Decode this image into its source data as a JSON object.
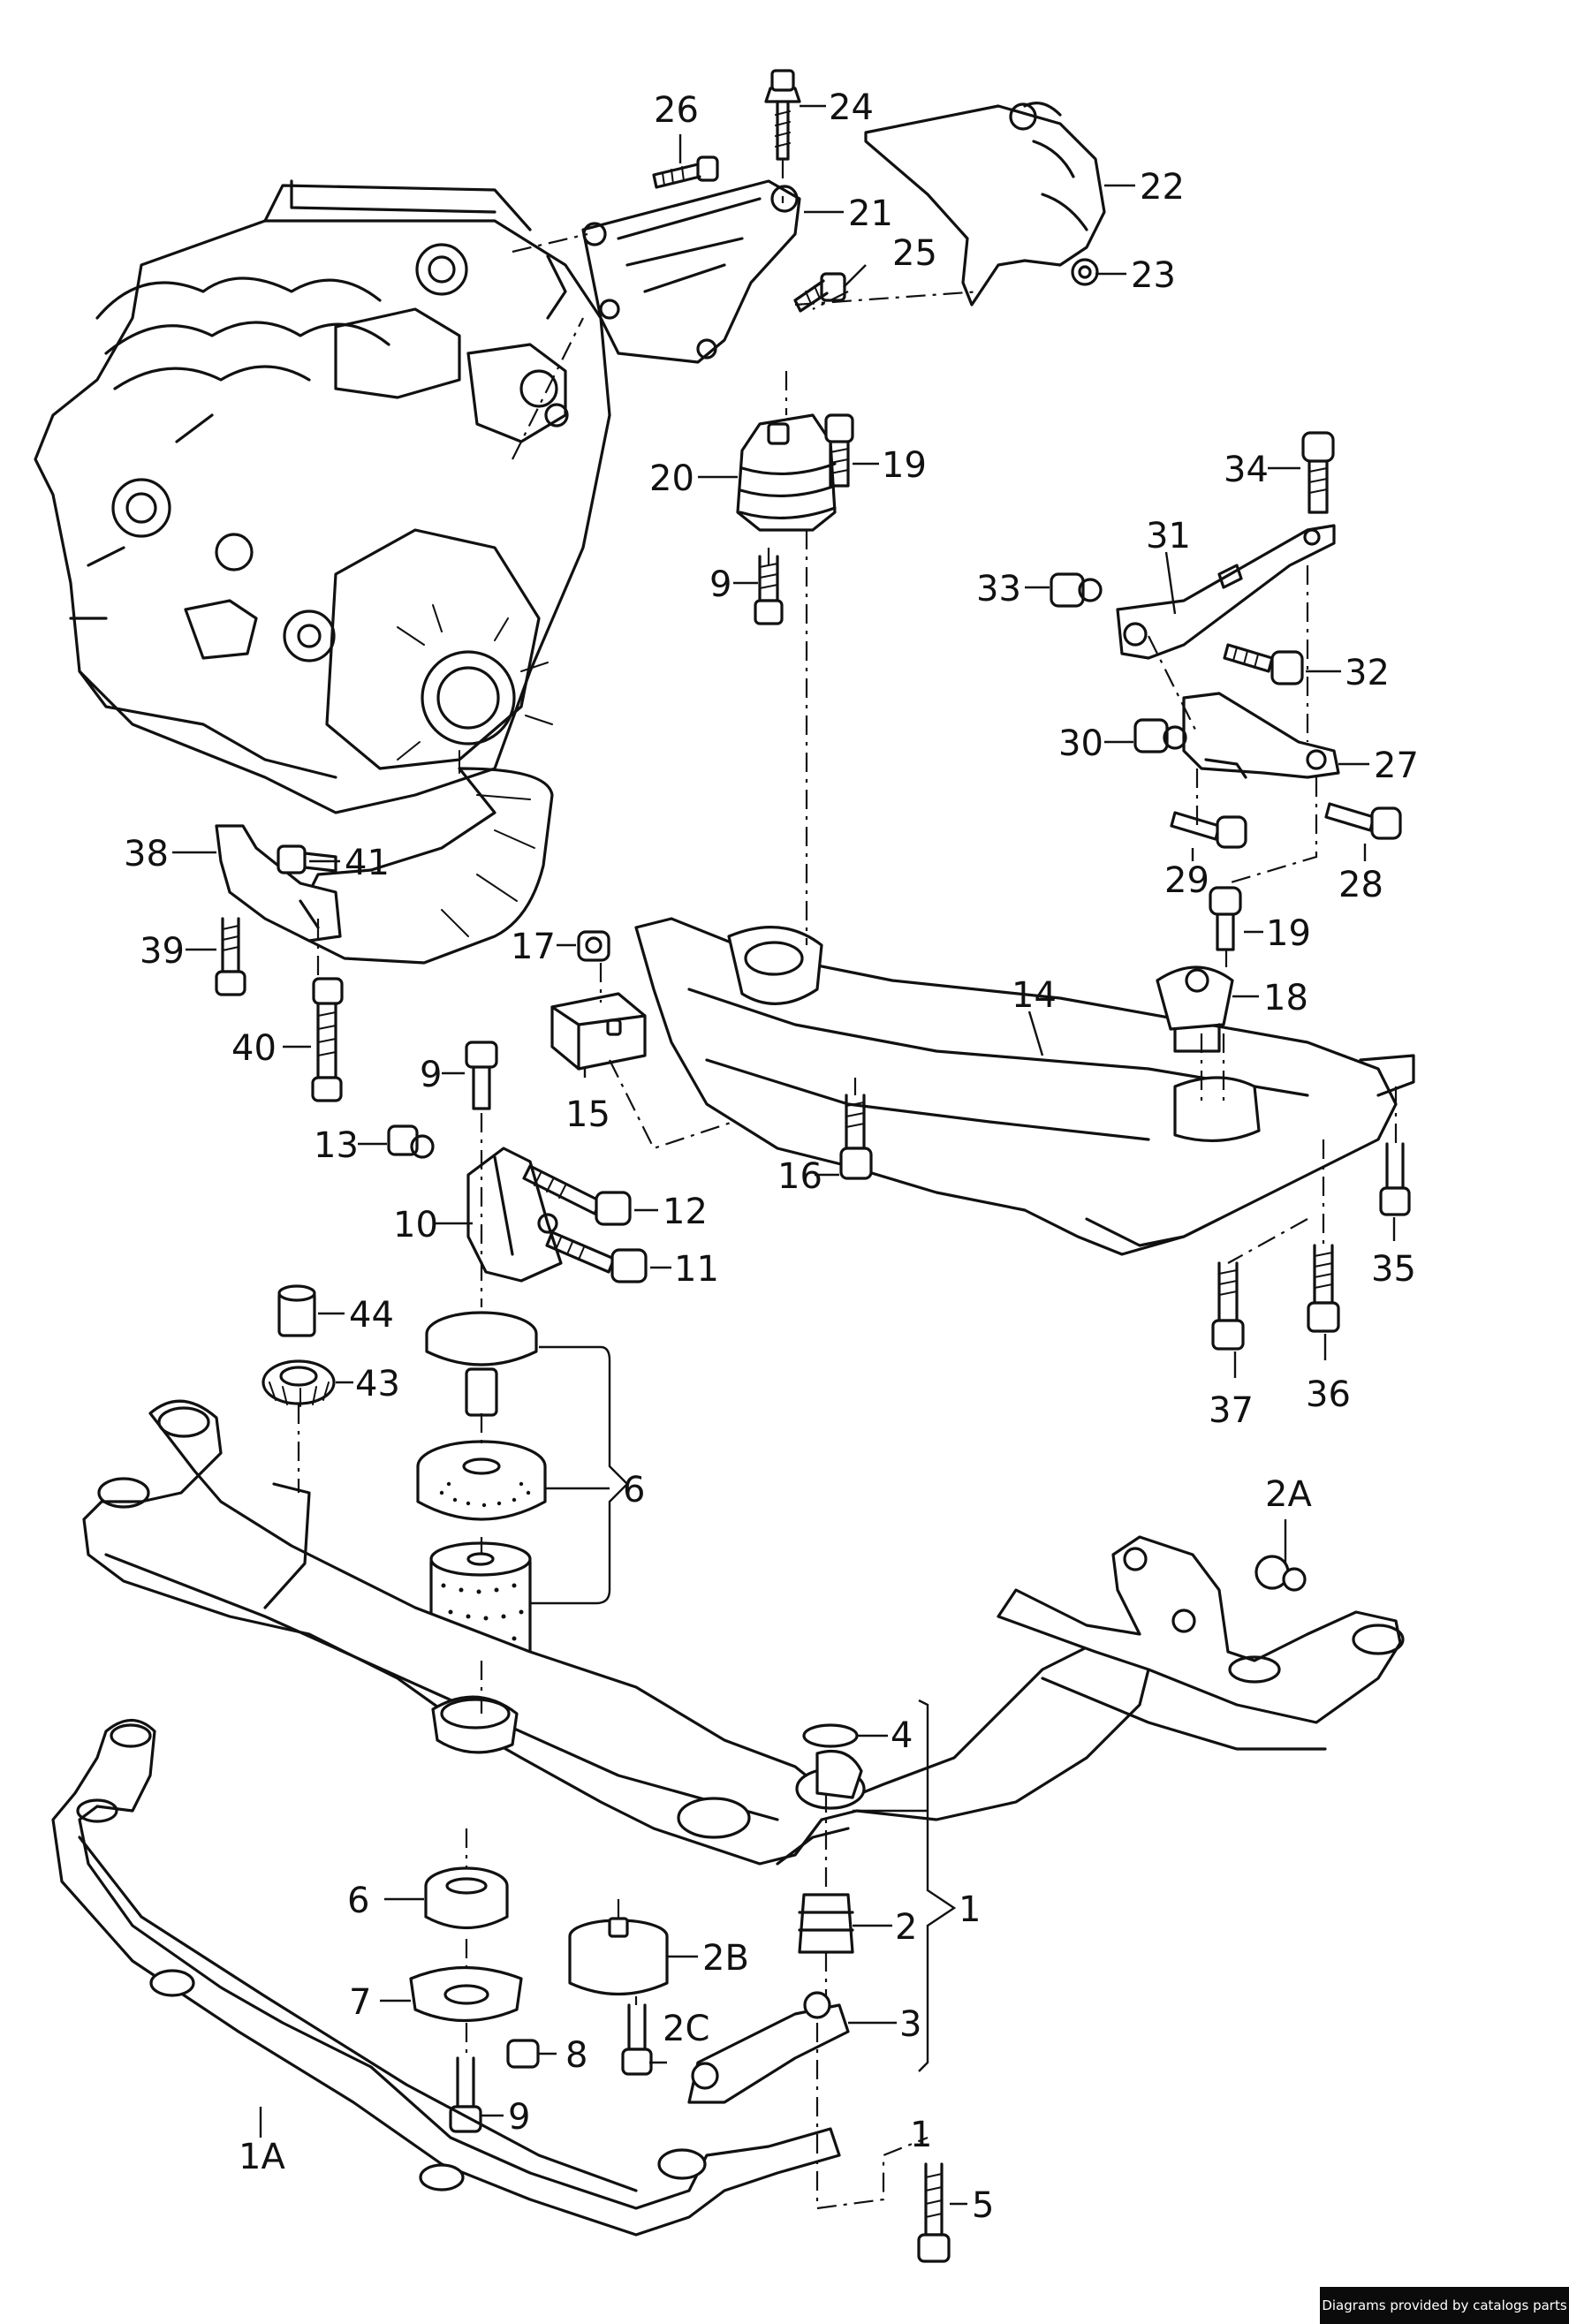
{
  "labels": {
    "l26": "26",
    "l24": "24",
    "l22": "22",
    "l21": "21",
    "l25": "25",
    "l23": "23",
    "l20": "20",
    "l19a": "19",
    "l9a": "9",
    "l34": "34",
    "l31": "31",
    "l33": "33",
    "l32": "32",
    "l30": "30",
    "l27": "27",
    "l29": "29",
    "l28": "28",
    "l38": "38",
    "l41": "41",
    "l17": "17",
    "l19b": "19",
    "l18": "18",
    "l39": "39",
    "l14": "14",
    "l40": "40",
    "l15": "15",
    "l9b": "9",
    "l16": "16",
    "l13": "13",
    "l12": "12",
    "l10": "10",
    "l11": "11",
    "l35": "35",
    "l44": "44",
    "l37": "37",
    "l36": "36",
    "l43": "43",
    "l6a": "6",
    "l2A": "2A",
    "l4": "4",
    "l1": "1",
    "l6b": "6",
    "l2": "2",
    "l2B": "2B",
    "l7": "7",
    "l2C": "2C",
    "l8": "8",
    "l3": "3",
    "l9c": "9",
    "l1A": "1A",
    "l1b": "1",
    "l5": "5"
  },
  "credit": "Diagrams provided by catalogs parts"
}
